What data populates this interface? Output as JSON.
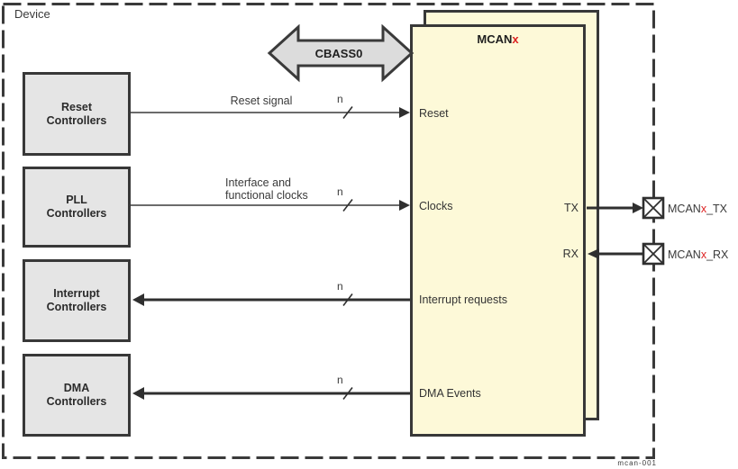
{
  "device": {
    "label": "Device"
  },
  "colors": {
    "accent_red": "#DD2222",
    "mcan_fill": "#FDF9D8",
    "controller_fill": "#E5E5E5",
    "bus_arrow_fill": "#DCDCDC",
    "line": "#3A3A3A"
  },
  "left_boxes": [
    {
      "label": "Reset\nControllers"
    },
    {
      "label": "PLL\nControllers"
    },
    {
      "label": "Interrupt\nControllers"
    },
    {
      "label": "DMA\nControllers"
    }
  ],
  "bus": {
    "label": "CBASS0"
  },
  "mcan": {
    "title_prefix": "MCAN",
    "title_x": "x",
    "ports": {
      "reset": "Reset",
      "clocks": "Clocks",
      "interrupts": "Interrupt requests",
      "dma": "DMA Events",
      "tx": "TX",
      "rx": "RX"
    }
  },
  "signals": {
    "reset_label": "Reset signal",
    "clocks_label": "Interface and\nfunctional clocks",
    "bus_width": "n"
  },
  "pads": {
    "tx": {
      "prefix": "MCAN",
      "x": "x",
      "suffix": "_TX"
    },
    "rx": {
      "prefix": "MCAN",
      "x": "x",
      "suffix": "_RX"
    }
  },
  "footer": {
    "doc_id": "mcan-001"
  }
}
